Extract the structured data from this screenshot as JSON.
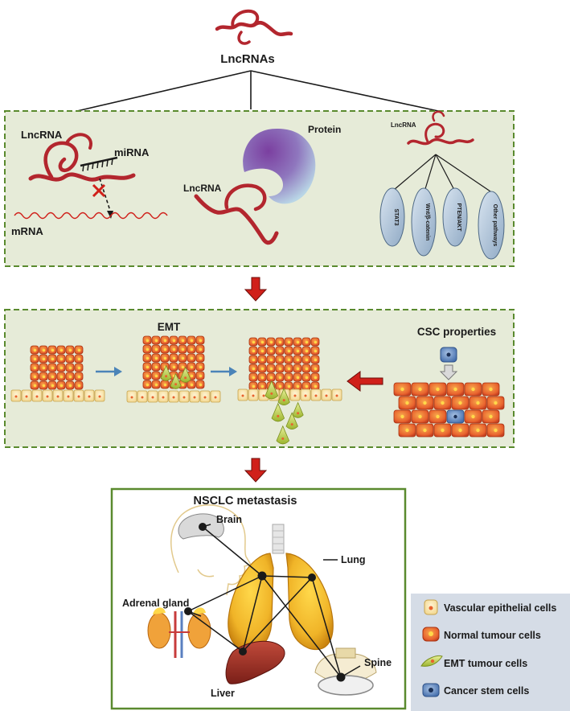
{
  "top": {
    "title": "LncRNAs"
  },
  "panel1": {
    "left": {
      "lncrna": "LncRNA",
      "mirna": "miRNA",
      "mrna": "mRNA"
    },
    "middle": {
      "protein": "Protein",
      "lncrna": "LncRNA"
    },
    "right": {
      "lncrna": "LncRNA",
      "pathways": [
        "STAT3",
        "Wnt/β-catenin",
        "PTEN/AKT",
        "Other pathways"
      ]
    }
  },
  "panel2": {
    "emt": "EMT",
    "csc": "CSC properties"
  },
  "panel3": {
    "title": "NSCLC metastasis",
    "organs": {
      "brain": "Brain",
      "lung": "Lung",
      "adrenal": "Adrenal gland",
      "liver": "Liver",
      "spine": "Spine"
    }
  },
  "legend": {
    "items": [
      {
        "label": "Vascular epithelial cells",
        "icon": "vascular-epithelial-cell-icon",
        "color": "#f6d889"
      },
      {
        "label": "Normal tumour cells",
        "icon": "normal-tumour-cell-icon",
        "color": "#e8622e"
      },
      {
        "label": "EMT tumour cells",
        "icon": "emt-tumour-cell-icon",
        "color": "#b8cd45"
      },
      {
        "label": "Cancer stem cells",
        "icon": "cancer-stem-cell-icon",
        "color": "#4d78b8"
      }
    ]
  },
  "colors": {
    "panel_bg": "#e6ebd8",
    "panel_border": "#5a8a2e",
    "rna": "#b3262e",
    "arrow_red": "#d0201a",
    "arrow_blue": "#4b84b8",
    "legend_bg": "#d5dce6"
  }
}
